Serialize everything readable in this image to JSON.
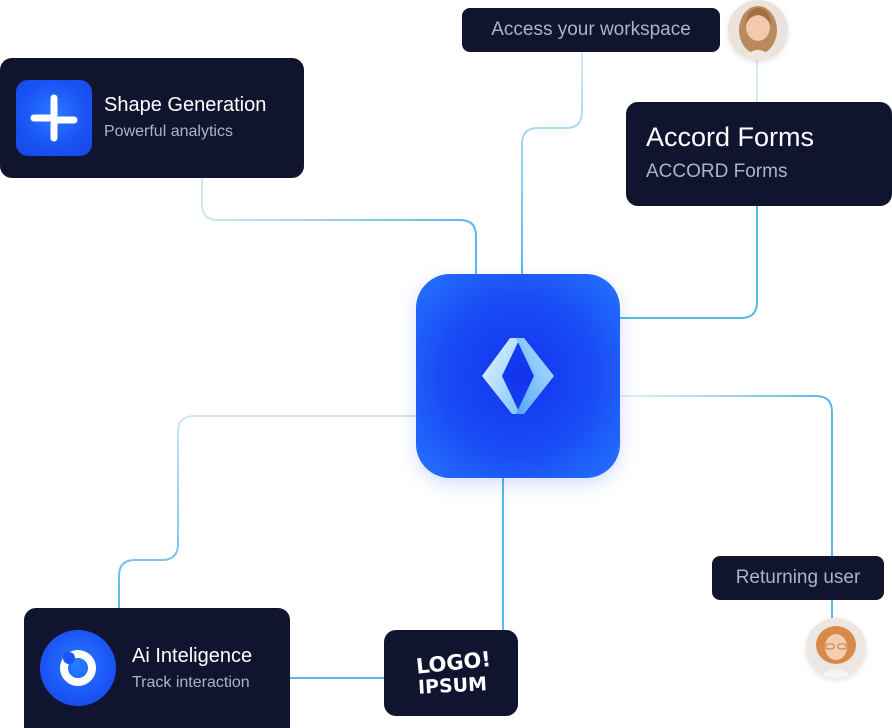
{
  "nodes": {
    "shape_generation": {
      "title": "Shape Generation",
      "subtitle": "Powerful analytics"
    },
    "access_workspace": {
      "label": "Access your workspace"
    },
    "accord_forms": {
      "title": "Accord Forms",
      "subtitle": "ACCORD Forms"
    },
    "returning_user": {
      "label": "Returning user"
    },
    "ai_intelligence": {
      "title": "Ai Inteligence",
      "subtitle": "Track interaction"
    },
    "logo": {
      "text_line1": "LOGO!",
      "text_line2": "IPSUM"
    }
  },
  "icons": {
    "hub": "diamond-logo-icon",
    "shape_generation": "cross-split-icon",
    "ai_intelligence": "ring-icon"
  },
  "colors": {
    "card_bg": "#10142e",
    "accent_blue": "#1a4df5",
    "connector": "#5ab8e8",
    "subtitle": "#aab3cc"
  }
}
